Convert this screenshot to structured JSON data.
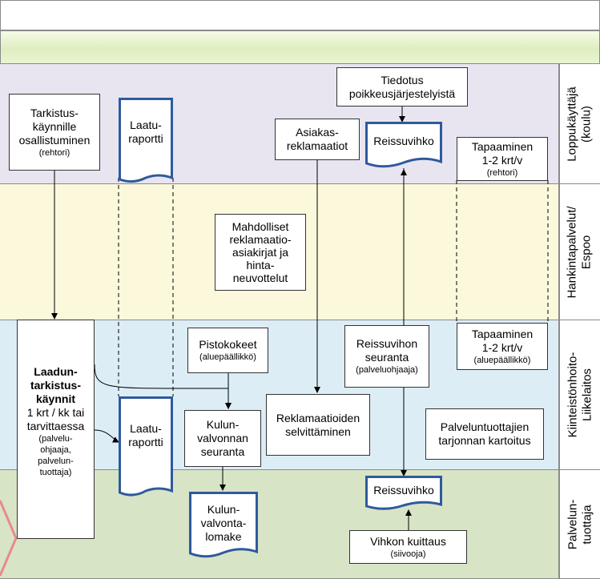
{
  "lanes": [
    {
      "id": "loppukayttaja",
      "label": "Loppukäyttäjä\n(koulu)",
      "color": "#e8e5f1"
    },
    {
      "id": "hankinta",
      "label": "Hankintapalvelut/\nEspoo",
      "color": "#fbf8dc"
    },
    {
      "id": "kiinteisto",
      "label": "Kiinteistönhoito-\nLiikelaitos",
      "color": "#dcedf6"
    },
    {
      "id": "palveluntuottaja",
      "label": "Palvelun-\ntuottaja",
      "color": "#d8e4c6"
    }
  ],
  "boxes": {
    "tarkistus": {
      "lines": [
        "Tarkistus-",
        "käynnille",
        "osallistuminen"
      ],
      "note": "(rehtori)"
    },
    "asiakas": {
      "lines": [
        "Asiakas-",
        "reklamaatiot"
      ]
    },
    "tiedotus": {
      "lines": [
        "Tiedotus",
        "poikkeusjärjestelyistä"
      ]
    },
    "tapaaminen_koulu": {
      "lines": [
        "Tapaaminen",
        "1-2 krt/v"
      ],
      "note": "(rehtori)"
    },
    "mahdolliset": {
      "lines": [
        "Mahdolliset",
        "reklamaatio-",
        "asiakirjat ja",
        "hinta-",
        "neuvottelut"
      ]
    },
    "laadun": {
      "bold": [
        "Laadun-",
        "tarkistus-",
        "käynnit"
      ],
      "lines": [
        "1 krt / kk tai",
        "tarvittaessa"
      ],
      "note": [
        "(palvelu-",
        "ohjaaja,",
        "palvelun-",
        "tuottaja)"
      ]
    },
    "pistokokeet": {
      "lines": [
        "Pistokokeet"
      ],
      "note": "(aluepäällikkö)"
    },
    "kulunvalvonnan": {
      "lines": [
        "Kulun-",
        "valvonnan",
        "seuranta"
      ]
    },
    "reklamaatioiden": {
      "lines": [
        "Reklamaatioiden",
        "selvittäminen"
      ]
    },
    "reissuvihon_seuranta": {
      "lines": [
        "Reissuvihon",
        "seuranta"
      ],
      "note": "(palveluohjaaja)"
    },
    "tapaaminen_liike": {
      "lines": [
        "Tapaaminen",
        "1-2 krt/v"
      ],
      "note": "(aluepäällikkö)"
    },
    "palveluntuottajien": {
      "lines": [
        "Palveluntuottajien",
        "tarjonnan kartoitus"
      ]
    },
    "vihkon": {
      "lines": [
        "Vihkon kuittaus"
      ],
      "note": "(siivooja)"
    }
  },
  "documents": {
    "laatu_top": "Laatu-\nraportti",
    "reissu_top": "Reissuvihko",
    "laatu_bottom": "Laatu-\nraportti",
    "kulun_lomake": "Kulun-\nvalvonta-\nlomake",
    "reissu_bottom": "Reissuvihko"
  },
  "colors": {
    "doc_border": "#2e5a9c",
    "box_border": "#333333",
    "arrow": "#000000",
    "chevron": "#e88a8a"
  }
}
